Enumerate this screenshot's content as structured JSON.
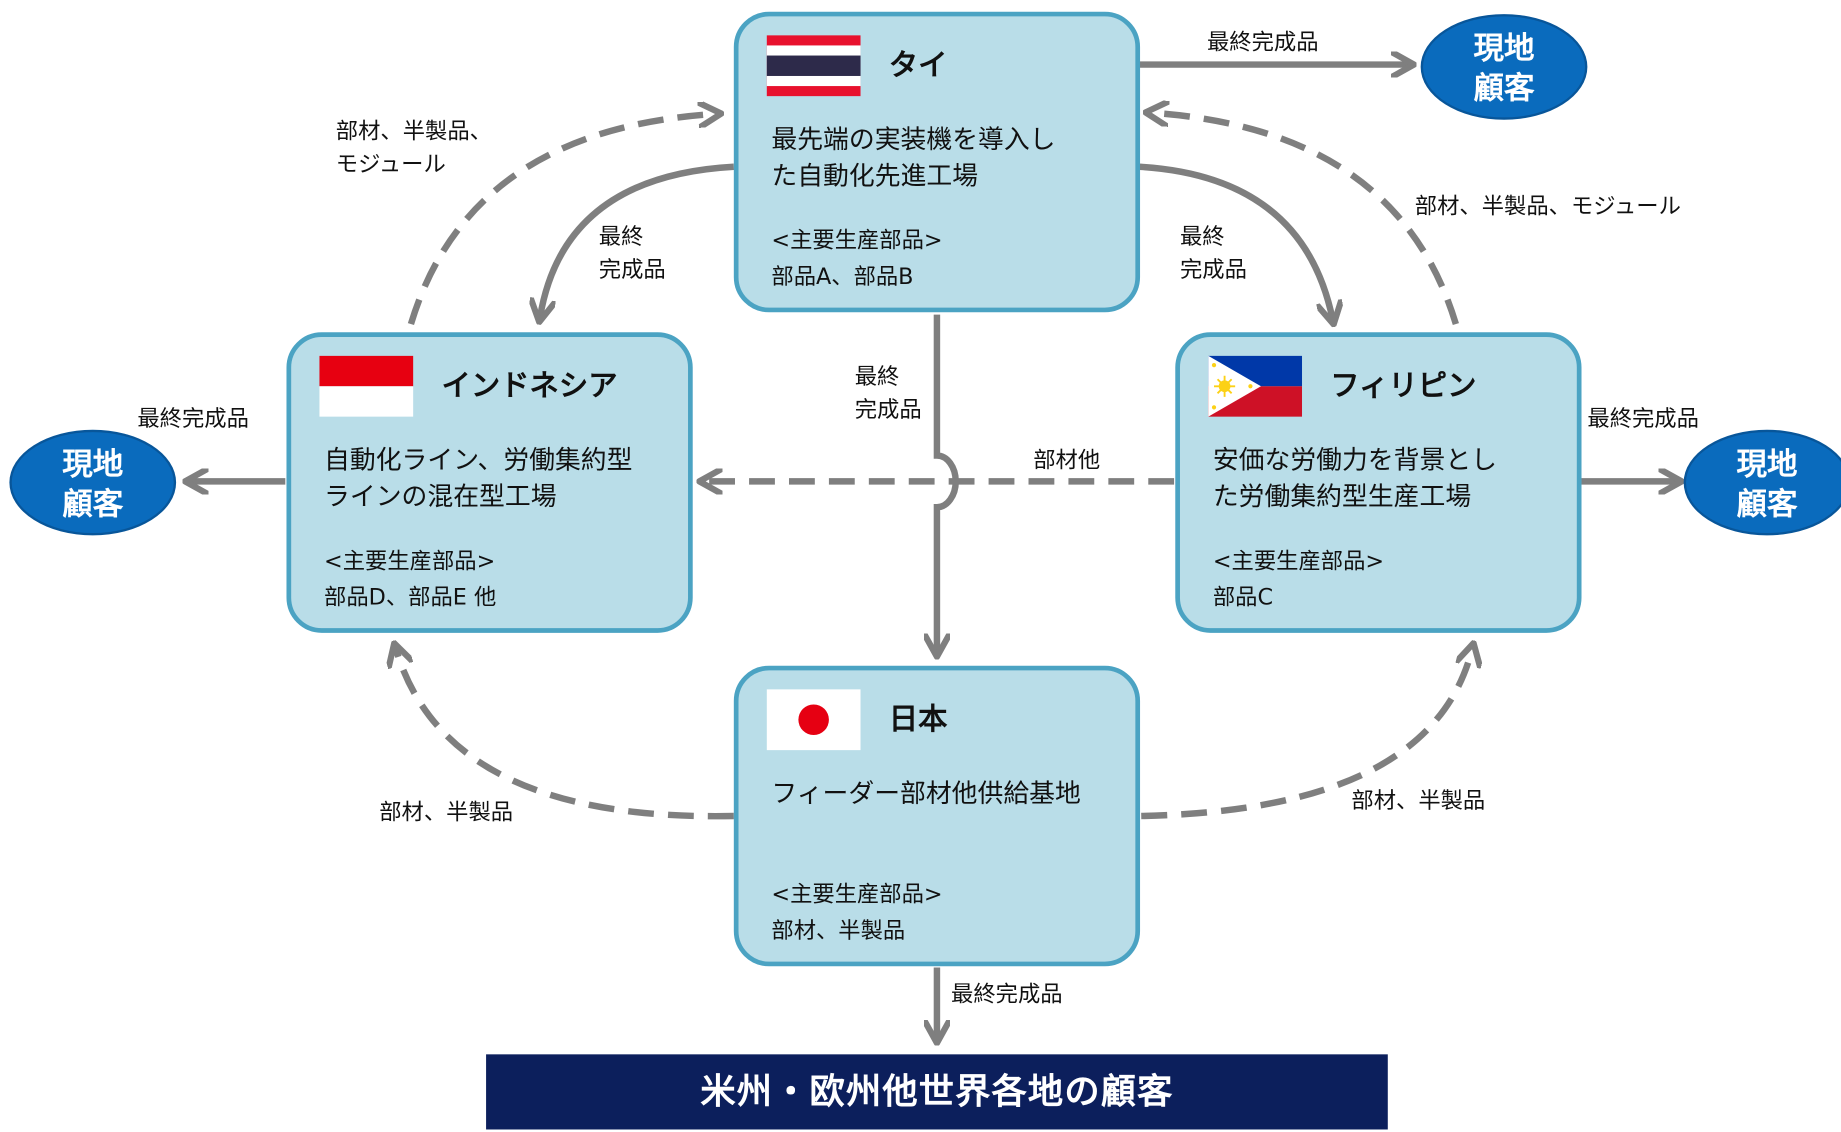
{
  "nodes": {
    "thailand": {
      "country": "タイ",
      "desc": [
        "最先端の実装機を導入し",
        "た自動化先進工場"
      ],
      "parts_title": "<主要生産部品>",
      "parts": "部品A、部品B"
    },
    "indonesia": {
      "country": "インドネシア",
      "desc": [
        "自動化ライン、労働集約型",
        "ラインの混在型工場"
      ],
      "parts_title": "<主要生産部品>",
      "parts": "部品D、部品E 他"
    },
    "philippines": {
      "country": "フィリピン",
      "desc": [
        "安価な労働力を背景とし",
        "た労働集約型生産工場"
      ],
      "parts_title": "<主要生産部品>",
      "parts": "部品C"
    },
    "japan": {
      "country": "日本",
      "desc": [
        "フィーダー部材他供給基地"
      ],
      "parts_title": "<主要生産部品>",
      "parts": "部材、半製品"
    }
  },
  "customers": {
    "local_line1": "現地",
    "local_line2": "顧客"
  },
  "labels": {
    "final_product": "最終完成品",
    "final_l1": "最終",
    "final_l2": "完成品",
    "parts_semi_module_l1": "部材、半製品、",
    "parts_semi_module_l2": "モジュール",
    "parts_semi_module": "部材、半製品、モジュール",
    "parts_other": "部材他",
    "parts_semi": "部材、半製品"
  },
  "banner": "米州・欧州他世界各地の顧客",
  "colors": {
    "box_fill": "#b9dde8",
    "box_border": "#4ba3c3",
    "arrow": "#7f7f7f",
    "customer": "#0a6bbd",
    "banner": "#0c1f5c"
  }
}
